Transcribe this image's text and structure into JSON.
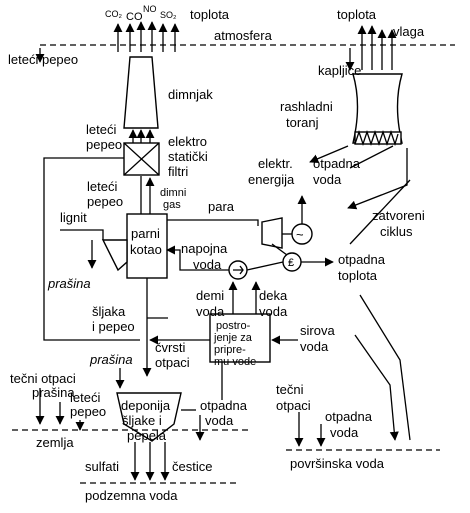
{
  "labels": {
    "co2": "CO₂",
    "co": "CO",
    "no": "NO",
    "so2": "SO₂",
    "toplota_top": "toplota",
    "toplota_right": "toplota",
    "vlaga": "vlaga",
    "atmosfera": "atmosfera",
    "leteci_pepeo_1": "leteći pepeo",
    "dimnjak": "dimnjak",
    "kapljice": "kapljice",
    "rashladni_toranj": "rashladni toranj",
    "leteci_pepeo_2": "leteći pepeo",
    "elektrostaticki_filtri": "elektro statički filtri",
    "leteci_pepeo_3": "leteći pepeo",
    "dimni_gas": "dimni gas",
    "elektr_energija": "elektr. energija",
    "otpadna_voda_1": "otpadna voda",
    "para": "para",
    "zatvoreni_ciklus": "zatvoreni ciklus",
    "lignit": "lignit",
    "parni_kotao": "parni kotao",
    "napojna_voda": "napojna voda",
    "otpadna_toplota": "otpadna toplota",
    "prasina_1": "prašina",
    "sljaka_i_pepeo": "šljaka i pepeo",
    "demi_voda": "demi voda",
    "deka_voda": "deka voda",
    "postrojenje": "postro- jenje za pripre- mu vode",
    "sirova_voda": "sirova voda",
    "cvrsti_otpaci": "čvrsti otpaci",
    "prasina_2": "prašina",
    "tecni_otpaci_1": "tečni otpaci",
    "prasina_3": "prašina",
    "leteci_pepeo_4": "leteći pepeo",
    "deponija": "deponija šljake i pepela",
    "otpadna_voda_2": "otpadna voda",
    "zemlja": "zemlja",
    "tecni_otpaci_2": "tečni otpaci",
    "otpadna_voda_3": "otpadna voda",
    "povrsinska_voda": "površinska voda",
    "sulfati": "sulfati",
    "cestice": "čestice",
    "podzemna_voda": "podzemna voda"
  },
  "icons": {
    "generator": "~",
    "pump": "pump-icon",
    "heat_exchanger": "heat-exchanger-icon",
    "turbine": "turbine-icon"
  }
}
